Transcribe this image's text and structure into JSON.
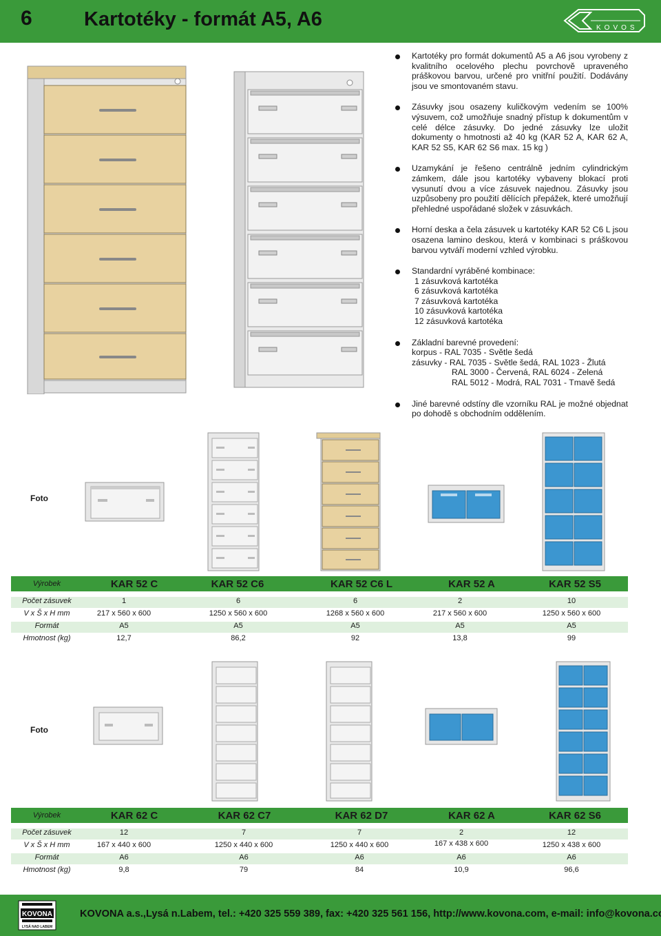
{
  "header": {
    "chapter_number": "6",
    "title": "Kartotéky - formát A5, A6",
    "logo_text": "KOVOS"
  },
  "bullets": [
    {
      "lines": [
        "Kartotéky pro formát dokumentů A5 a A6 jsou vyrobeny z kvalitního ocelového plechu povrchově upraveného práškovou barvou, určené pro vnitřní použití. Dodávány jsou ve smontovaném stavu."
      ]
    },
    {
      "lines": [
        "Zásuvky jsou osazeny kuličkovým vedením se 100% výsuvem, což umožňuje snadný přístup k dokumentům v celé délce zásuvky. Do jedné zásuvky lze uložit dokumenty o hmotnosti až 40 kg (KAR 52 A, KAR 62 A, KAR 52 S5, KAR 62 S6 max. 15 kg )"
      ]
    },
    {
      "lines": [
        "Uzamykání je řešeno centrálně jedním cylindrickým zámkem, dále jsou kartotéky vybaveny blokací proti vysunutí dvou a více zásuvek najednou. Zásuvky jsou uzpůsobeny pro použití dělících přepážek, které umožňují přehledné uspořádané složek v zásuvkách."
      ]
    },
    {
      "lines": [
        "Horní deska a čela zásuvek u kartotéky KAR 52 C6 L jsou osazena lamino deskou, která v kombinaci s práškovou barvou vytváří moderní vzhled výrobku."
      ]
    },
    {
      "lines": [
        "Standardní vyráběné kombinace:"
      ],
      "sub": [
        "1 zásuvková kartotéka",
        "6 zásuvková kartotéka",
        "7 zásuvková kartotéka",
        "10 zásuvková kartotéka",
        "12 zásuvková kartotéka"
      ]
    },
    {
      "lines": [
        "Základní barevné provedení:",
        "korpus - RAL 7035 - Světle šedá",
        "zásuvky - RAL 7035 - Světle šedá, RAL 1023 - Žlutá"
      ],
      "sub2": [
        "RAL 3000 - Červená, RAL 6024 - Zelená",
        "RAL 5012 - Modrá, RAL 7031 - Tmavě šedá"
      ]
    },
    {
      "lines": [
        "Jiné barevné odstíny dle vzorníku RAL  je možné objednat  po dohodě s obchodním oddělením."
      ]
    }
  ],
  "table1": {
    "foto_label": "Foto",
    "row_labels": [
      "Výrobek",
      "Počet zásuvek",
      "V x Š x H mm",
      "Formát",
      "Hmotnost (kg)"
    ],
    "products": [
      {
        "model": "KAR 52 C",
        "drawers": "1",
        "dims": "217 x 560 x 600",
        "format": "A5",
        "weight": "12,7"
      },
      {
        "model": "KAR 52 C6",
        "drawers": "6",
        "dims": "1250 x 560 x 600",
        "format": "A5",
        "weight": "86,2"
      },
      {
        "model": "KAR 52 C6 L",
        "drawers": "6",
        "dims": "1268 x 560 x 600",
        "format": "A5",
        "weight": "92"
      },
      {
        "model": "KAR 52 A",
        "drawers": "2",
        "dims": "217 x 560 x 600",
        "format": "A5",
        "weight": "13,8"
      },
      {
        "model": "KAR 52 S5",
        "drawers": "10",
        "dims": "1250 x 560 x 600",
        "format": "A5",
        "weight": "99"
      }
    ]
  },
  "table2": {
    "foto_label": "Foto",
    "row_labels": [
      "Výrobek",
      "Počet zásuvek",
      "V x Š x H mm",
      "Formát",
      "Hmotnost (kg)"
    ],
    "products": [
      {
        "model": "KAR 62 C",
        "drawers": "12",
        "dims": "167 x 440 x 600",
        "format": "A6",
        "weight": "9,8"
      },
      {
        "model": "KAR 62 C7",
        "drawers": "7",
        "dims": "1250 x 440 x 600",
        "format": "A6",
        "weight": "79"
      },
      {
        "model": "KAR 62 D7",
        "drawers": "7",
        "dims": "1250 x 440 x 600",
        "format": "A6",
        "weight": "84"
      },
      {
        "model": "KAR 62 A",
        "drawers": "2",
        "dims": "167 x 438 x 600",
        "format": "A6",
        "weight": "10,9"
      },
      {
        "model": "KAR 62 S6",
        "drawers": "12",
        "dims": "1250 x 438 x 600",
        "format": "A6",
        "weight": "96,6"
      }
    ]
  },
  "footer": {
    "logo_text": "KOVONA",
    "logo_subtext": "LYSÁ NAD LABEM",
    "contact": "KOVONA a.s.,Lysá n.Labem, tel.: +420 325 559 389, fax: +420 325 561 156, http://www.kovona.com, e-mail: info@kovona.com"
  },
  "colors": {
    "brand_green": "#3a9a3a",
    "wood": "#e8d2a0",
    "blue": "#3c96d0",
    "grey": "#e4e4e4"
  }
}
